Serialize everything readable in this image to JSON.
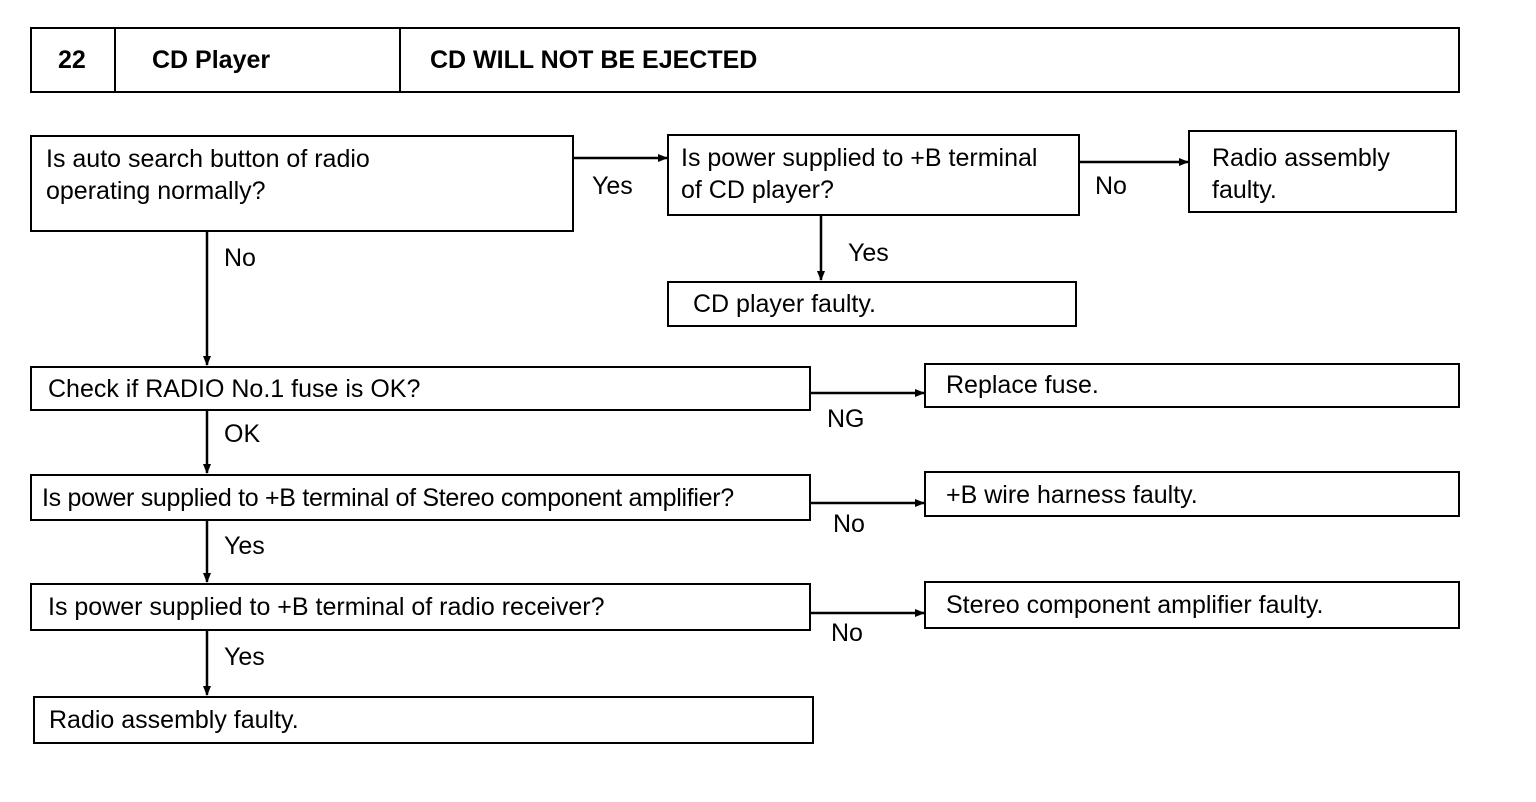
{
  "header": {
    "number": "22",
    "category": "CD Player",
    "title": "CD WILL NOT BE EJECTED"
  },
  "nodes": {
    "q_auto_search": {
      "lines": [
        "Is auto search button of radio",
        "operating normally?"
      ]
    },
    "q_power_cd": {
      "lines": [
        "Is power supplied to +B terminal",
        "of CD player?"
      ]
    },
    "r_radio_faulty_top": {
      "lines": [
        "Radio assembly",
        "faulty."
      ]
    },
    "r_cd_faulty": {
      "lines": [
        "CD player faulty."
      ]
    },
    "q_fuse": {
      "lines": [
        "Check if RADIO No.1 fuse is OK?"
      ]
    },
    "r_replace_fuse": {
      "lines": [
        "Replace fuse."
      ]
    },
    "q_power_amp": {
      "lines": [
        "Is power supplied to +B terminal of Stereo component amplifier?"
      ]
    },
    "r_wire_harness": {
      "lines": [
        "+B wire harness faulty."
      ]
    },
    "q_power_receiver": {
      "lines": [
        "Is power supplied to +B terminal of radio receiver?"
      ]
    },
    "r_amp_faulty": {
      "lines": [
        "Stereo component amplifier faulty."
      ]
    },
    "r_radio_faulty_bottom": {
      "lines": [
        "Radio assembly faulty."
      ]
    }
  },
  "edges": [
    {
      "id": "e1",
      "label": "Yes"
    },
    {
      "id": "e2",
      "label": "No"
    },
    {
      "id": "e3",
      "label": "Yes"
    },
    {
      "id": "e4",
      "label": "No"
    },
    {
      "id": "e5",
      "label": "NG"
    },
    {
      "id": "e6",
      "label": "OK"
    },
    {
      "id": "e7",
      "label": "No"
    },
    {
      "id": "e8",
      "label": "Yes"
    },
    {
      "id": "e9",
      "label": "No"
    },
    {
      "id": "e10",
      "label": "Yes"
    }
  ]
}
